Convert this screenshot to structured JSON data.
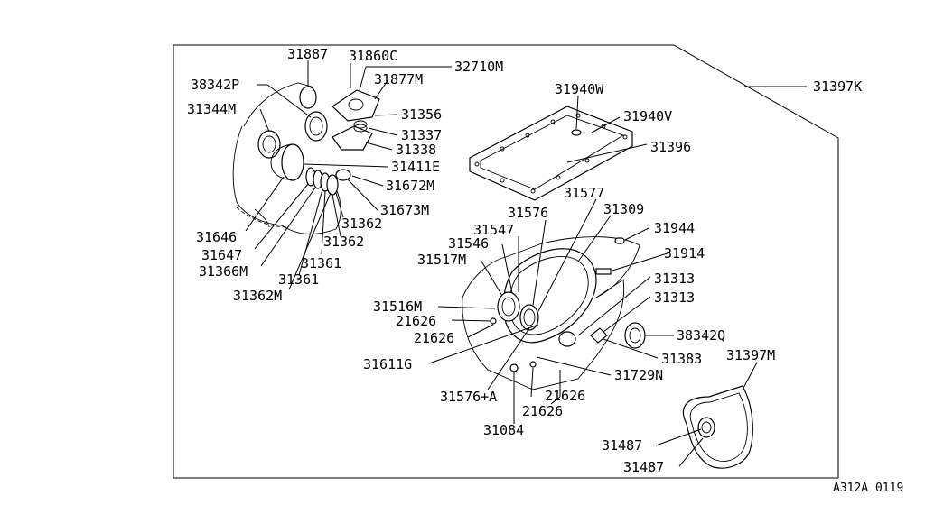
{
  "diagram": {
    "reference_code": "A312A 0119",
    "kit_label": "31397K",
    "labels": {
      "l31887": "31887",
      "l31860C": "31860C",
      "l32710M": "32710M",
      "l38342P": "38342P",
      "l31877M": "31877M",
      "l31344M": "31344M",
      "l31356": "31356",
      "l31337": "31337",
      "l31338": "31338",
      "l31411E": "31411E",
      "l31672M": "31672M",
      "l31673M": "31673M",
      "l31362a": "31362",
      "l31362b": "31362",
      "l31646": "31646",
      "l31647": "31647",
      "l31361a": "31361",
      "l31366M": "31366M",
      "l31361b": "31361",
      "l31362M": "31362M",
      "l31940W": "31940W",
      "l31940V": "31940V",
      "l31396": "31396",
      "l31577": "31577",
      "l31576": "31576",
      "l31309": "31309",
      "l31944": "31944",
      "l31547": "31547",
      "l31546": "31546",
      "l31914": "31914",
      "l31517M": "31517M",
      "l31313a": "31313",
      "l31313b": "31313",
      "l31516M": "31516M",
      "l21626a": "21626",
      "l38342Q": "38342Q",
      "l21626b": "21626",
      "l31383": "31383",
      "l31611G": "31611G",
      "l31729N": "31729N",
      "l31397M": "31397M",
      "l31576A": "31576+A",
      "l21626c": "21626",
      "l21626d": "21626",
      "l31084": "31084",
      "l31487a": "31487",
      "l31487b": "31487"
    }
  }
}
